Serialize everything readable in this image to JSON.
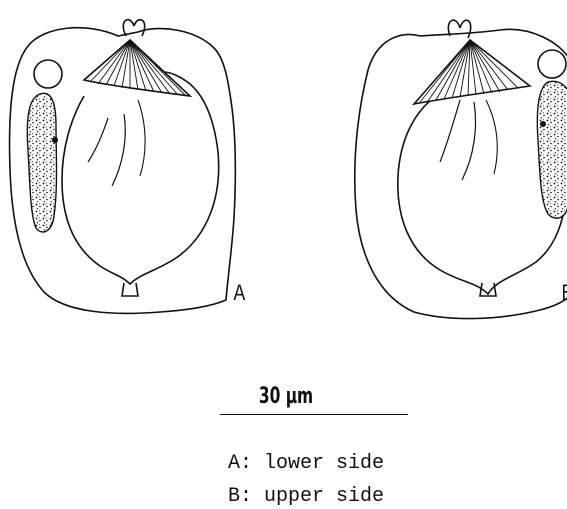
{
  "figure": {
    "panel_a_letter": "A",
    "panel_b_letter": "B",
    "scale_bar_label": "30 µm",
    "legend": {
      "a": "A: lower side",
      "b": "B: upper side"
    }
  }
}
